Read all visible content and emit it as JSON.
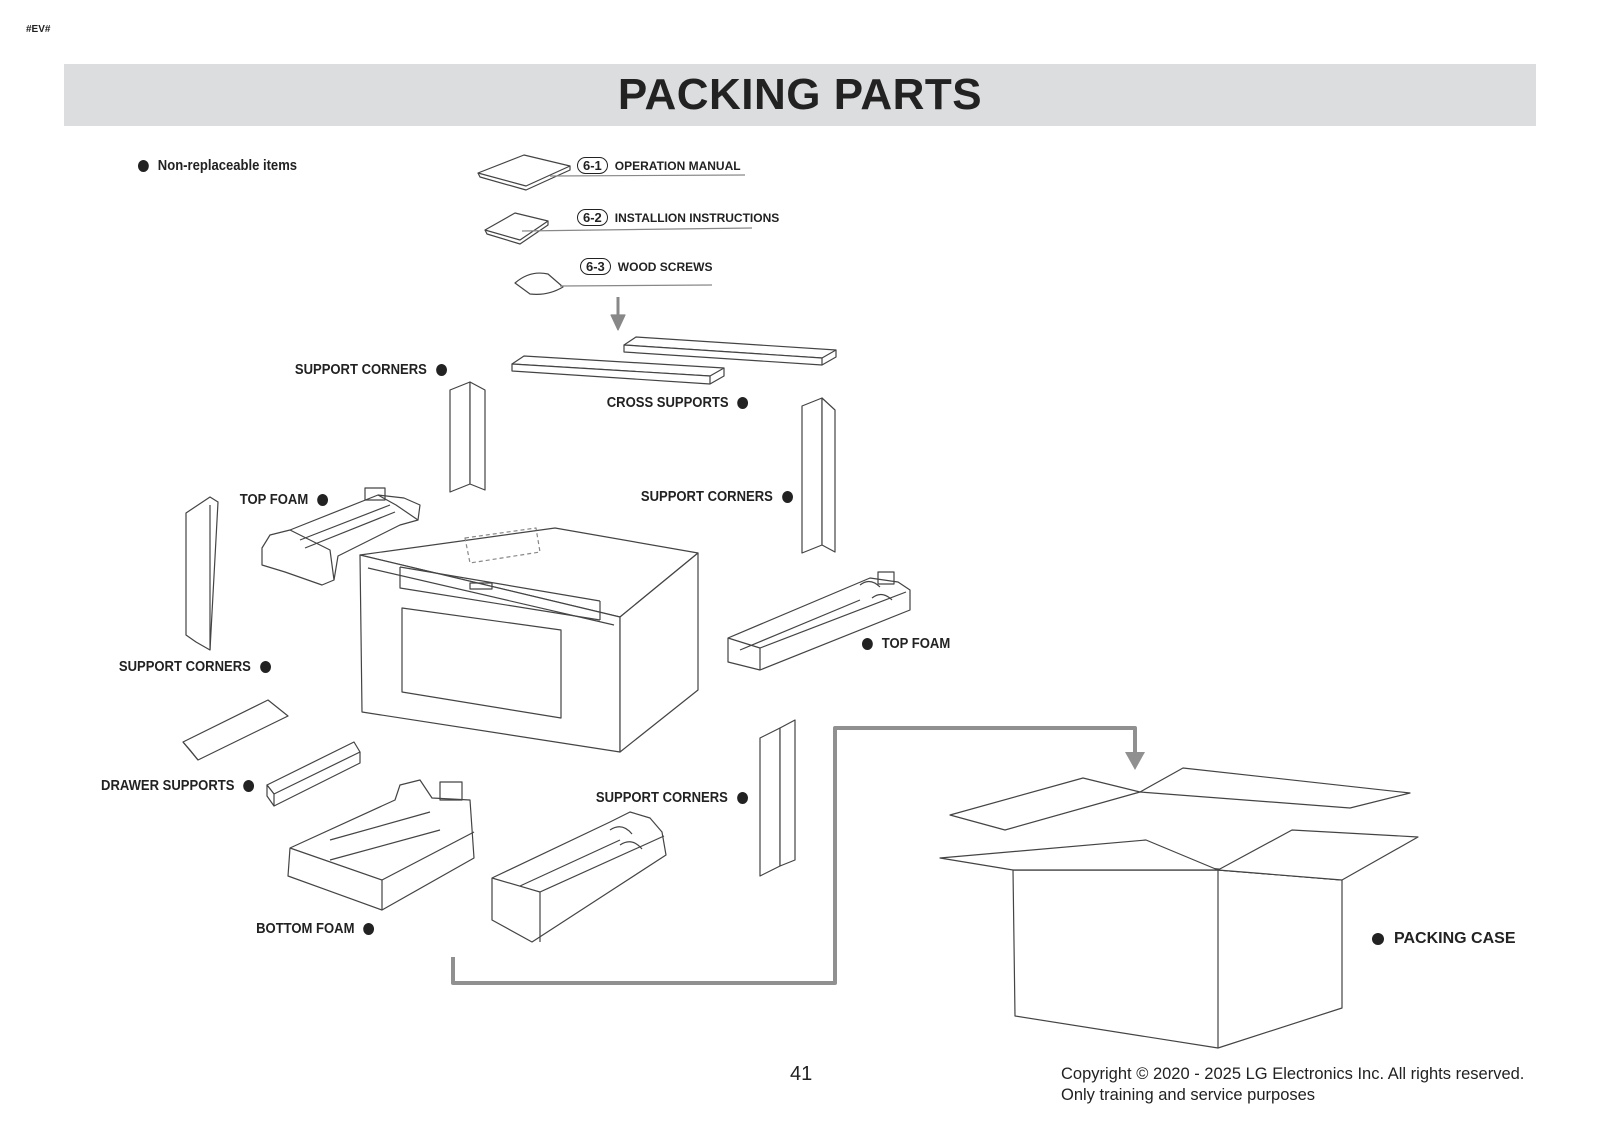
{
  "doc_tag": "#EV#",
  "title": "PACKING PARTS",
  "legend": {
    "text": "Non-replaceable items"
  },
  "refs": [
    {
      "num": "6-1",
      "label": "OPERATION MANUAL"
    },
    {
      "num": "6-2",
      "label": "INSTALLION INSTRUCTIONS"
    },
    {
      "num": "6-3",
      "label": "WOOD SCREWS"
    }
  ],
  "labels": {
    "support_corners_top_left": "SUPPORT CORNERS",
    "cross_supports": "CROSS SUPPORTS",
    "top_foam_left": "TOP FOAM",
    "support_corners_right": "SUPPORT CORNERS",
    "support_corners_left": "SUPPORT CORNERS",
    "top_foam_right": "TOP FOAM",
    "drawer_supports": "DRAWER SUPPORTS",
    "support_corners_bottom": "SUPPORT CORNERS",
    "bottom_foam": "BOTTOM FOAM",
    "packing_case": "PACKING CASE"
  },
  "footer": {
    "page_number": "41",
    "copyright": "Copyright © 2020 - 2025 LG Electronics Inc. All rights reserved.",
    "note": "Only training and service purposes"
  }
}
